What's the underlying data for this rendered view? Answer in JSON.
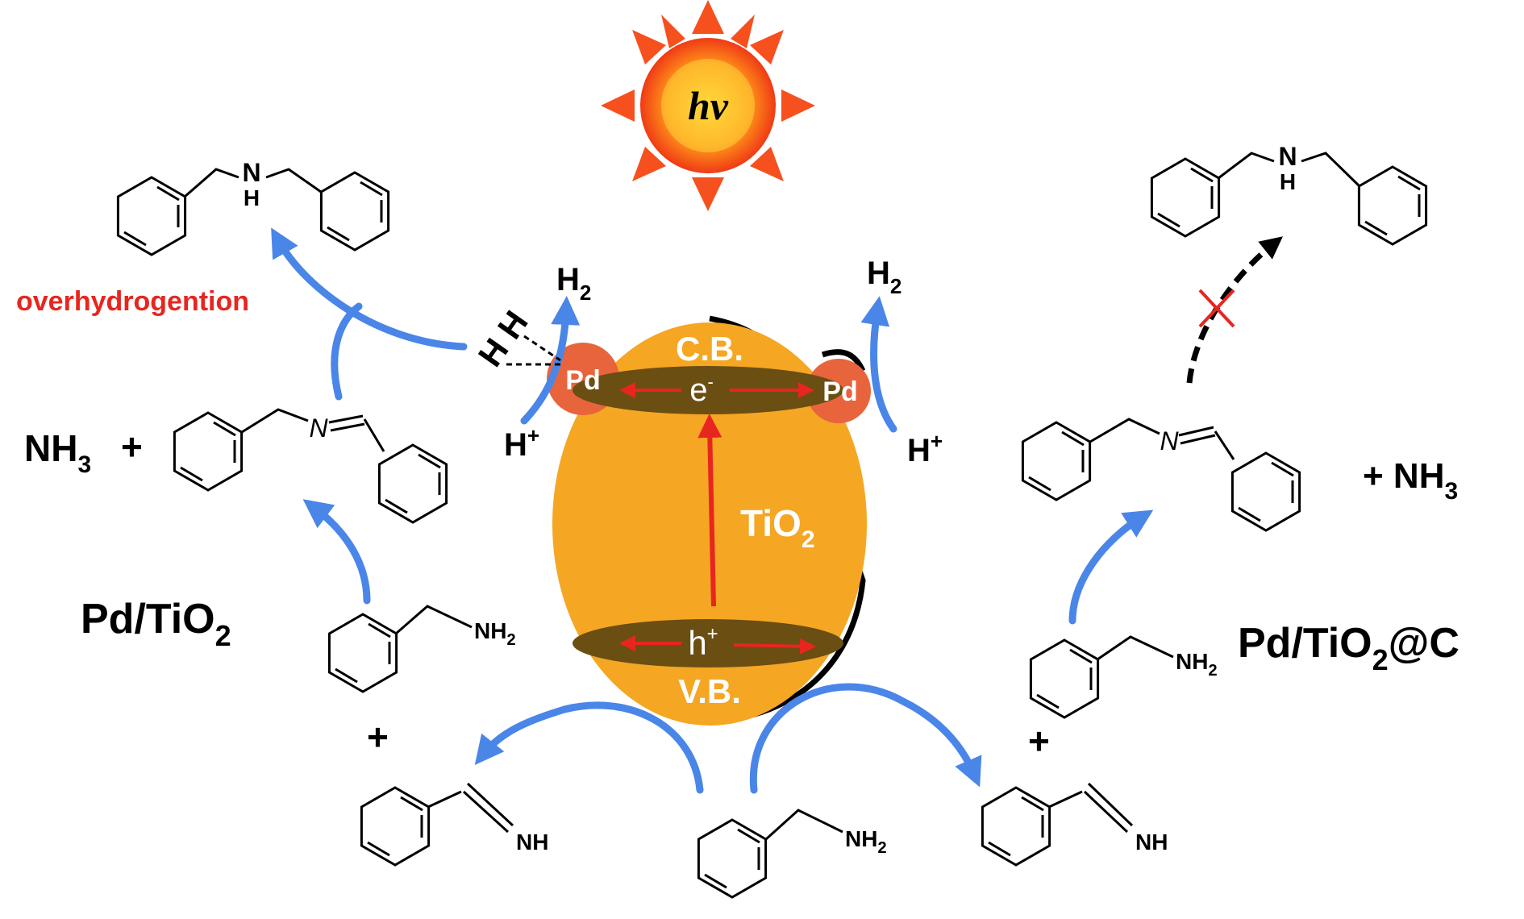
{
  "sun": {
    "label": "hv"
  },
  "particle": {
    "cb": "C.B.",
    "vb": "V.B.",
    "electron": "e",
    "electron_sup": "-",
    "hole": "h",
    "hole_sup": "+",
    "tio2_main": "TiO",
    "tio2_sub": "2",
    "pd": "Pd"
  },
  "left": {
    "h2_main": "H",
    "h2_sub": "2",
    "hplus_main": "H",
    "hplus_sup": "+",
    "hh": "H H",
    "overhydrogenation": "overhydrogention",
    "nh3_main": "NH",
    "nh3_sub": "3",
    "plus": "+",
    "catalyst_main": "Pd/TiO",
    "catalyst_sub": "2"
  },
  "right": {
    "h2_main": "H",
    "h2_sub": "2",
    "hplus_main": "H",
    "hplus_sup": "+",
    "nh3_prefix": "+ NH",
    "nh3_sub": "3",
    "plus": "+",
    "catalyst_main": "Pd/TiO",
    "catalyst_sub": "2",
    "catalyst_suffix": "@C"
  },
  "molecules": {
    "nh_label": "N",
    "nh_h": "H",
    "imine_n": "N",
    "nh2_main": "NH",
    "nh2_sub": "2",
    "nh_imine": "NH"
  },
  "colors": {
    "particle": "#f5a623",
    "band": "#6b4e12",
    "pd": "#e8643c",
    "arrow_blue": "#4a86e8",
    "arrow_red": "#e8251f",
    "sun_core": "#f23a1a",
    "sun_rays": "#f5501e"
  }
}
